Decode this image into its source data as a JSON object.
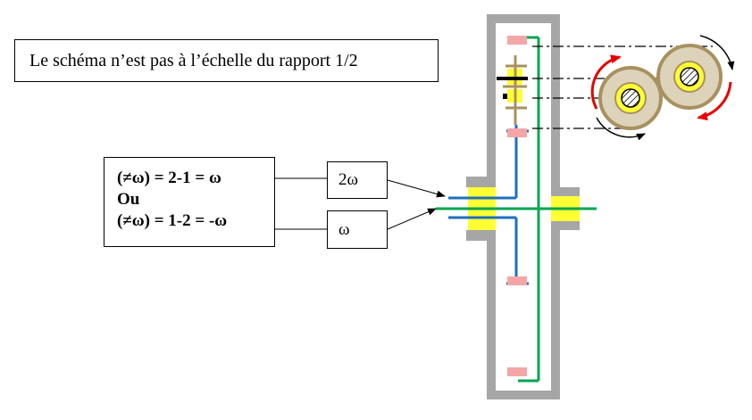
{
  "note": {
    "text": "Le schéma n’est pas à l’échelle du rapport 1/2"
  },
  "calc": {
    "line1": "(≠ω) = 2-1 = ω",
    "line2": "Ou",
    "line3": "(≠ω) = 1-2 = -ω"
  },
  "speed_boxes": {
    "upper": "2ω",
    "lower": "ω"
  },
  "colors": {
    "housing": "#a6a6a6",
    "bearing": "#ffff33",
    "shaft_green": "#00a651",
    "shaft_blue": "#1f6fbf",
    "gear_pink": "#f4a6a6",
    "gear_olive": "#a89160",
    "rotation_red": "#e60000",
    "wheel_fill": "#dcd3ba"
  }
}
